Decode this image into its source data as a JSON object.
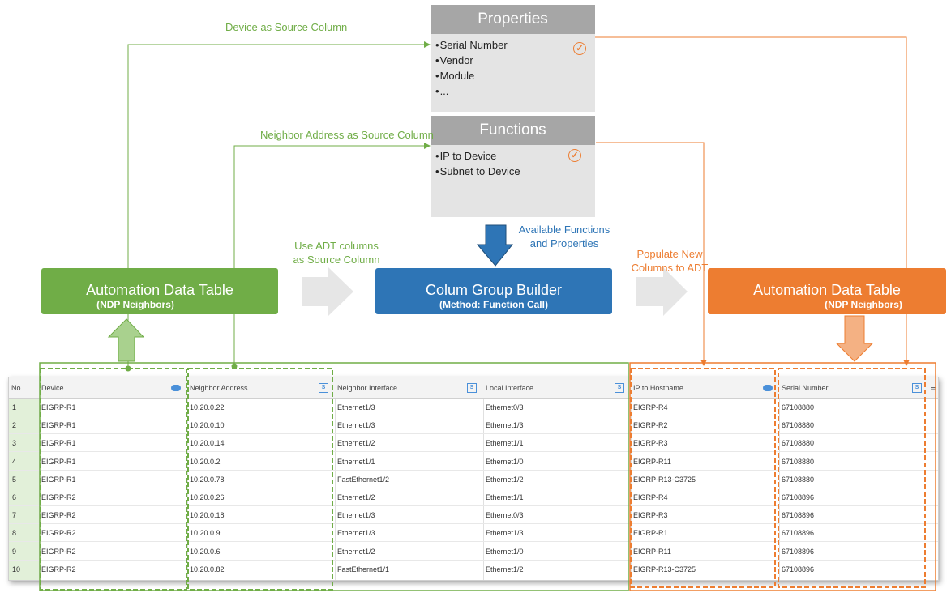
{
  "properties": {
    "title": "Properties",
    "items": [
      "Serial Number",
      "Vendor",
      "Module",
      "..."
    ]
  },
  "functions": {
    "title": "Functions",
    "items": [
      "IP to Device",
      "Subnet to Device"
    ]
  },
  "labels": {
    "device_source": "Device as Source Column",
    "neighbor_source": "Neighbor Address as Source Column",
    "use_adt_1": "Use ADT columns",
    "use_adt_2": "as Source Column",
    "available_1": "Available Functions",
    "available_2": "and Properties",
    "populate_1": "Populate New",
    "populate_2": "Columns to ADT"
  },
  "boxes": {
    "left": {
      "title": "Automation Data Table",
      "sub": "(NDP Neighbors)",
      "color": "#70ad47"
    },
    "middle": {
      "title": "Colum Group Builder",
      "sub": "(Method: Function Call)",
      "color": "#2e75b6"
    },
    "right": {
      "title": "Automation Data Table",
      "sub": "(NDP Neighbors)",
      "color": "#ed7d31"
    }
  },
  "table": {
    "headers": [
      "No.",
      "Device",
      "Neighbor Address",
      "Neighbor Interface",
      "Local Interface",
      "IP to Hostname",
      "Serial Number"
    ],
    "rows": [
      [
        "1",
        "EIGRP-R1",
        "10.20.0.22",
        "Ethernet1/3",
        "Ethernet0/3",
        "EIGRP-R4",
        "67108880"
      ],
      [
        "2",
        "EIGRP-R1",
        "10.20.0.10",
        "Ethernet1/3",
        "Ethernet1/3",
        "EIGRP-R2",
        "67108880"
      ],
      [
        "3",
        "EIGRP-R1",
        "10.20.0.14",
        "Ethernet1/2",
        "Ethernet1/1",
        "EIGRP-R3",
        "67108880"
      ],
      [
        "4",
        "EIGRP-R1",
        "10.20.0.2",
        "Ethernet1/1",
        "Ethernet1/0",
        "EIGRP-R11",
        "67108880"
      ],
      [
        "5",
        "EIGRP-R1",
        "10.20.0.78",
        "FastEthernet1/2",
        "Ethernet1/2",
        "EIGRP-R13-C3725",
        "67108880"
      ],
      [
        "6",
        "EIGRP-R2",
        "10.20.0.26",
        "Ethernet1/2",
        "Ethernet1/1",
        "EIGRP-R4",
        "67108896"
      ],
      [
        "7",
        "EIGRP-R2",
        "10.20.0.18",
        "Ethernet1/3",
        "Ethernet0/3",
        "EIGRP-R3",
        "67108896"
      ],
      [
        "8",
        "EIGRP-R2",
        "10.20.0.9",
        "Ethernet1/3",
        "Ethernet1/3",
        "EIGRP-R1",
        "67108896"
      ],
      [
        "9",
        "EIGRP-R2",
        "10.20.0.6",
        "Ethernet1/2",
        "Ethernet1/0",
        "EIGRP-R11",
        "67108896"
      ],
      [
        "10",
        "EIGRP-R2",
        "10.20.0.82",
        "FastEthernet1/1",
        "Ethernet1/2",
        "EIGRP-R13-C3725",
        "67108896"
      ]
    ]
  },
  "colors": {
    "green": "#70ad47",
    "orange": "#ed7d31",
    "blue": "#2e75b6",
    "grey": "#a6a6a6"
  }
}
